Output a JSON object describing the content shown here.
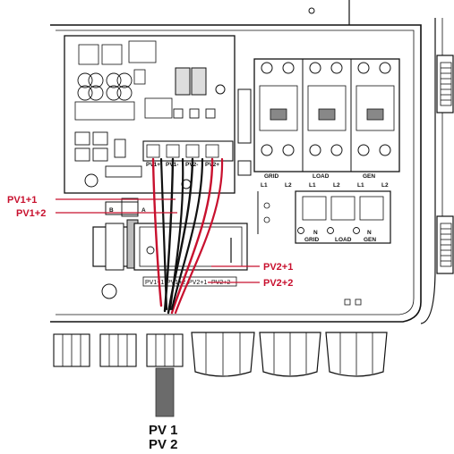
{
  "callouts": {
    "pv1_pos": "PV1+1",
    "pv1_neg": "PV1+2",
    "pv2_pos": "PV2+1",
    "pv2_neg": "PV2+2"
  },
  "cable_label": {
    "line1": "PV 1",
    "line2": "PV 2"
  },
  "breaker_labels": {
    "grid": "GRID",
    "load": "LOAD",
    "gen": "GEN",
    "l1": "L1",
    "l2": "L2"
  },
  "terminal_block_labels": {
    "n": "N",
    "grid": "GRID",
    "load": "LOAD",
    "gen": "GEN"
  },
  "pv_terminals": [
    "PV1+",
    "PV1-",
    "PV2-",
    "PV2+"
  ],
  "board_labels": {
    "b": "B",
    "a": "A"
  },
  "strip_labels": [
    "PV1+1",
    "PV1+2",
    "PV2+1",
    "PV2+2"
  ],
  "colors": {
    "callout_red": "#c8102e",
    "cable_gray": "#6b6b6b",
    "line_black": "#111111"
  }
}
